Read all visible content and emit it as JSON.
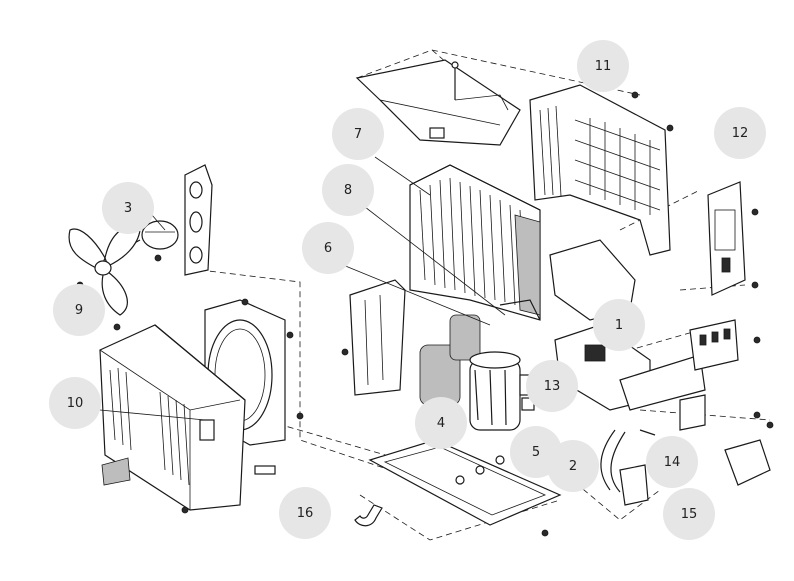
{
  "callouts": [
    {
      "id": "1",
      "label": "1"
    },
    {
      "id": "2",
      "label": "2"
    },
    {
      "id": "3",
      "label": "3"
    },
    {
      "id": "4",
      "label": "4"
    },
    {
      "id": "5",
      "label": "5"
    },
    {
      "id": "6",
      "label": "6"
    },
    {
      "id": "7",
      "label": "7"
    },
    {
      "id": "8",
      "label": "8"
    },
    {
      "id": "9",
      "label": "9"
    },
    {
      "id": "10",
      "label": "10"
    },
    {
      "id": "11",
      "label": "11"
    },
    {
      "id": "12",
      "label": "12"
    },
    {
      "id": "13",
      "label": "13"
    },
    {
      "id": "14",
      "label": "14"
    },
    {
      "id": "15",
      "label": "15"
    },
    {
      "id": "16",
      "label": "16"
    }
  ],
  "colors": {
    "callout_bg": "#e6e6e6",
    "line": "#1a1a1a",
    "background": "#ffffff"
  }
}
